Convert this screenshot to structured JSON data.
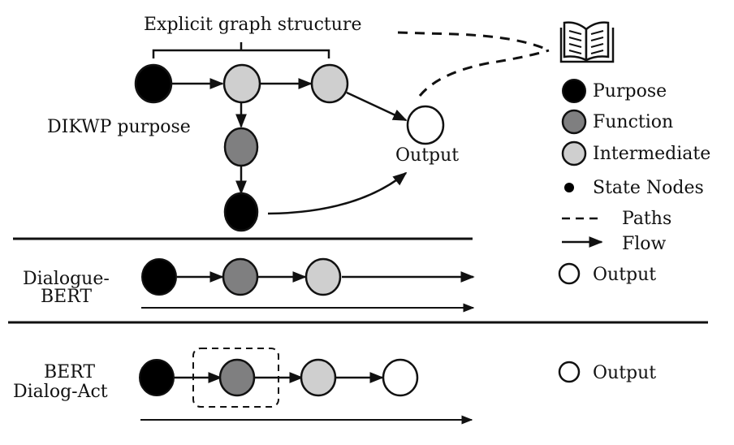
{
  "colors": {
    "purpose": "#000000",
    "function": "#7f7f80",
    "intermediate": "#cfcfcf",
    "output": "#ffffff",
    "stroke": "#111111"
  },
  "top": {
    "brace_label": "Explicit graph structure",
    "section_label": "DIKWP purpose",
    "output_label": "Output",
    "nodes": [
      {
        "id": "p1",
        "type": "purpose"
      },
      {
        "id": "i1",
        "type": "intermediate"
      },
      {
        "id": "i2",
        "type": "intermediate"
      },
      {
        "id": "f1",
        "type": "function"
      },
      {
        "id": "p2",
        "type": "purpose"
      },
      {
        "id": "out",
        "type": "output"
      }
    ],
    "edges": [
      {
        "from": "p1",
        "to": "i1",
        "style": "flow"
      },
      {
        "from": "i1",
        "to": "i2",
        "style": "flow"
      },
      {
        "from": "i2",
        "to": "out",
        "style": "flow"
      },
      {
        "from": "i1",
        "to": "f1",
        "style": "flow"
      },
      {
        "from": "f1",
        "to": "p2",
        "style": "flow"
      },
      {
        "from": "p2",
        "to": "out",
        "style": "flow"
      },
      {
        "from": "out",
        "to": "book",
        "style": "path"
      },
      {
        "from": "brace",
        "to": "book",
        "style": "path"
      }
    ],
    "book_icon": "open-book-icon"
  },
  "dialogue_bert": {
    "label_line1": "Dialogue-",
    "label_line2": "BERT",
    "nodes": [
      "purpose",
      "function",
      "intermediate"
    ],
    "output_legend": "Output"
  },
  "bert_dialog_act": {
    "label_line1": "BERT",
    "label_line2": "Dialog-Act",
    "nodes": [
      "purpose",
      "function",
      "intermediate",
      "output"
    ],
    "highlighted_node": "function",
    "output_legend": "Output"
  },
  "legend": {
    "items": [
      {
        "key": "purpose",
        "label": "Purpose"
      },
      {
        "key": "function",
        "label": "Function"
      },
      {
        "key": "intermediate",
        "label": "Intermediate"
      },
      {
        "key": "state",
        "label": "State Nodes"
      },
      {
        "key": "paths",
        "label": "Paths"
      },
      {
        "key": "flow",
        "label": "Flow"
      },
      {
        "key": "output",
        "label": "Output"
      }
    ]
  }
}
